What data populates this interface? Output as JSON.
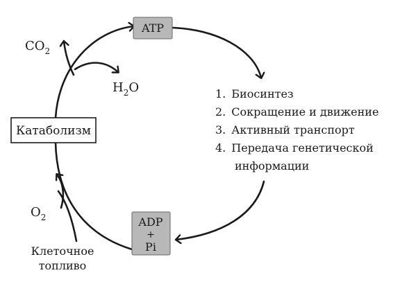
{
  "atp_label": "ATP",
  "adp_box": {
    "line1": "ADP",
    "line2": "+",
    "line3": "Pi"
  },
  "catabolism_label": "Катаболизм",
  "co2": {
    "base": "CO",
    "sub": "2"
  },
  "h2o": {
    "base_h": "H",
    "sub": "2",
    "base_o": "O"
  },
  "o2": {
    "base": "O",
    "sub": "2"
  },
  "fuel": {
    "line1": "Клеточное",
    "line2": "топливо"
  },
  "uses": [
    {
      "num": "1.",
      "text": "Биосинтез"
    },
    {
      "num": "2.",
      "text": "Сокращение и движение"
    },
    {
      "num": "3.",
      "text": "Активный транспорт"
    },
    {
      "num": "4.",
      "text": "Передача генетической"
    },
    {
      "num": "",
      "text": "информации"
    }
  ],
  "colors": {
    "box_fill": "#b8b8b8",
    "line": "#1a1a1a"
  }
}
